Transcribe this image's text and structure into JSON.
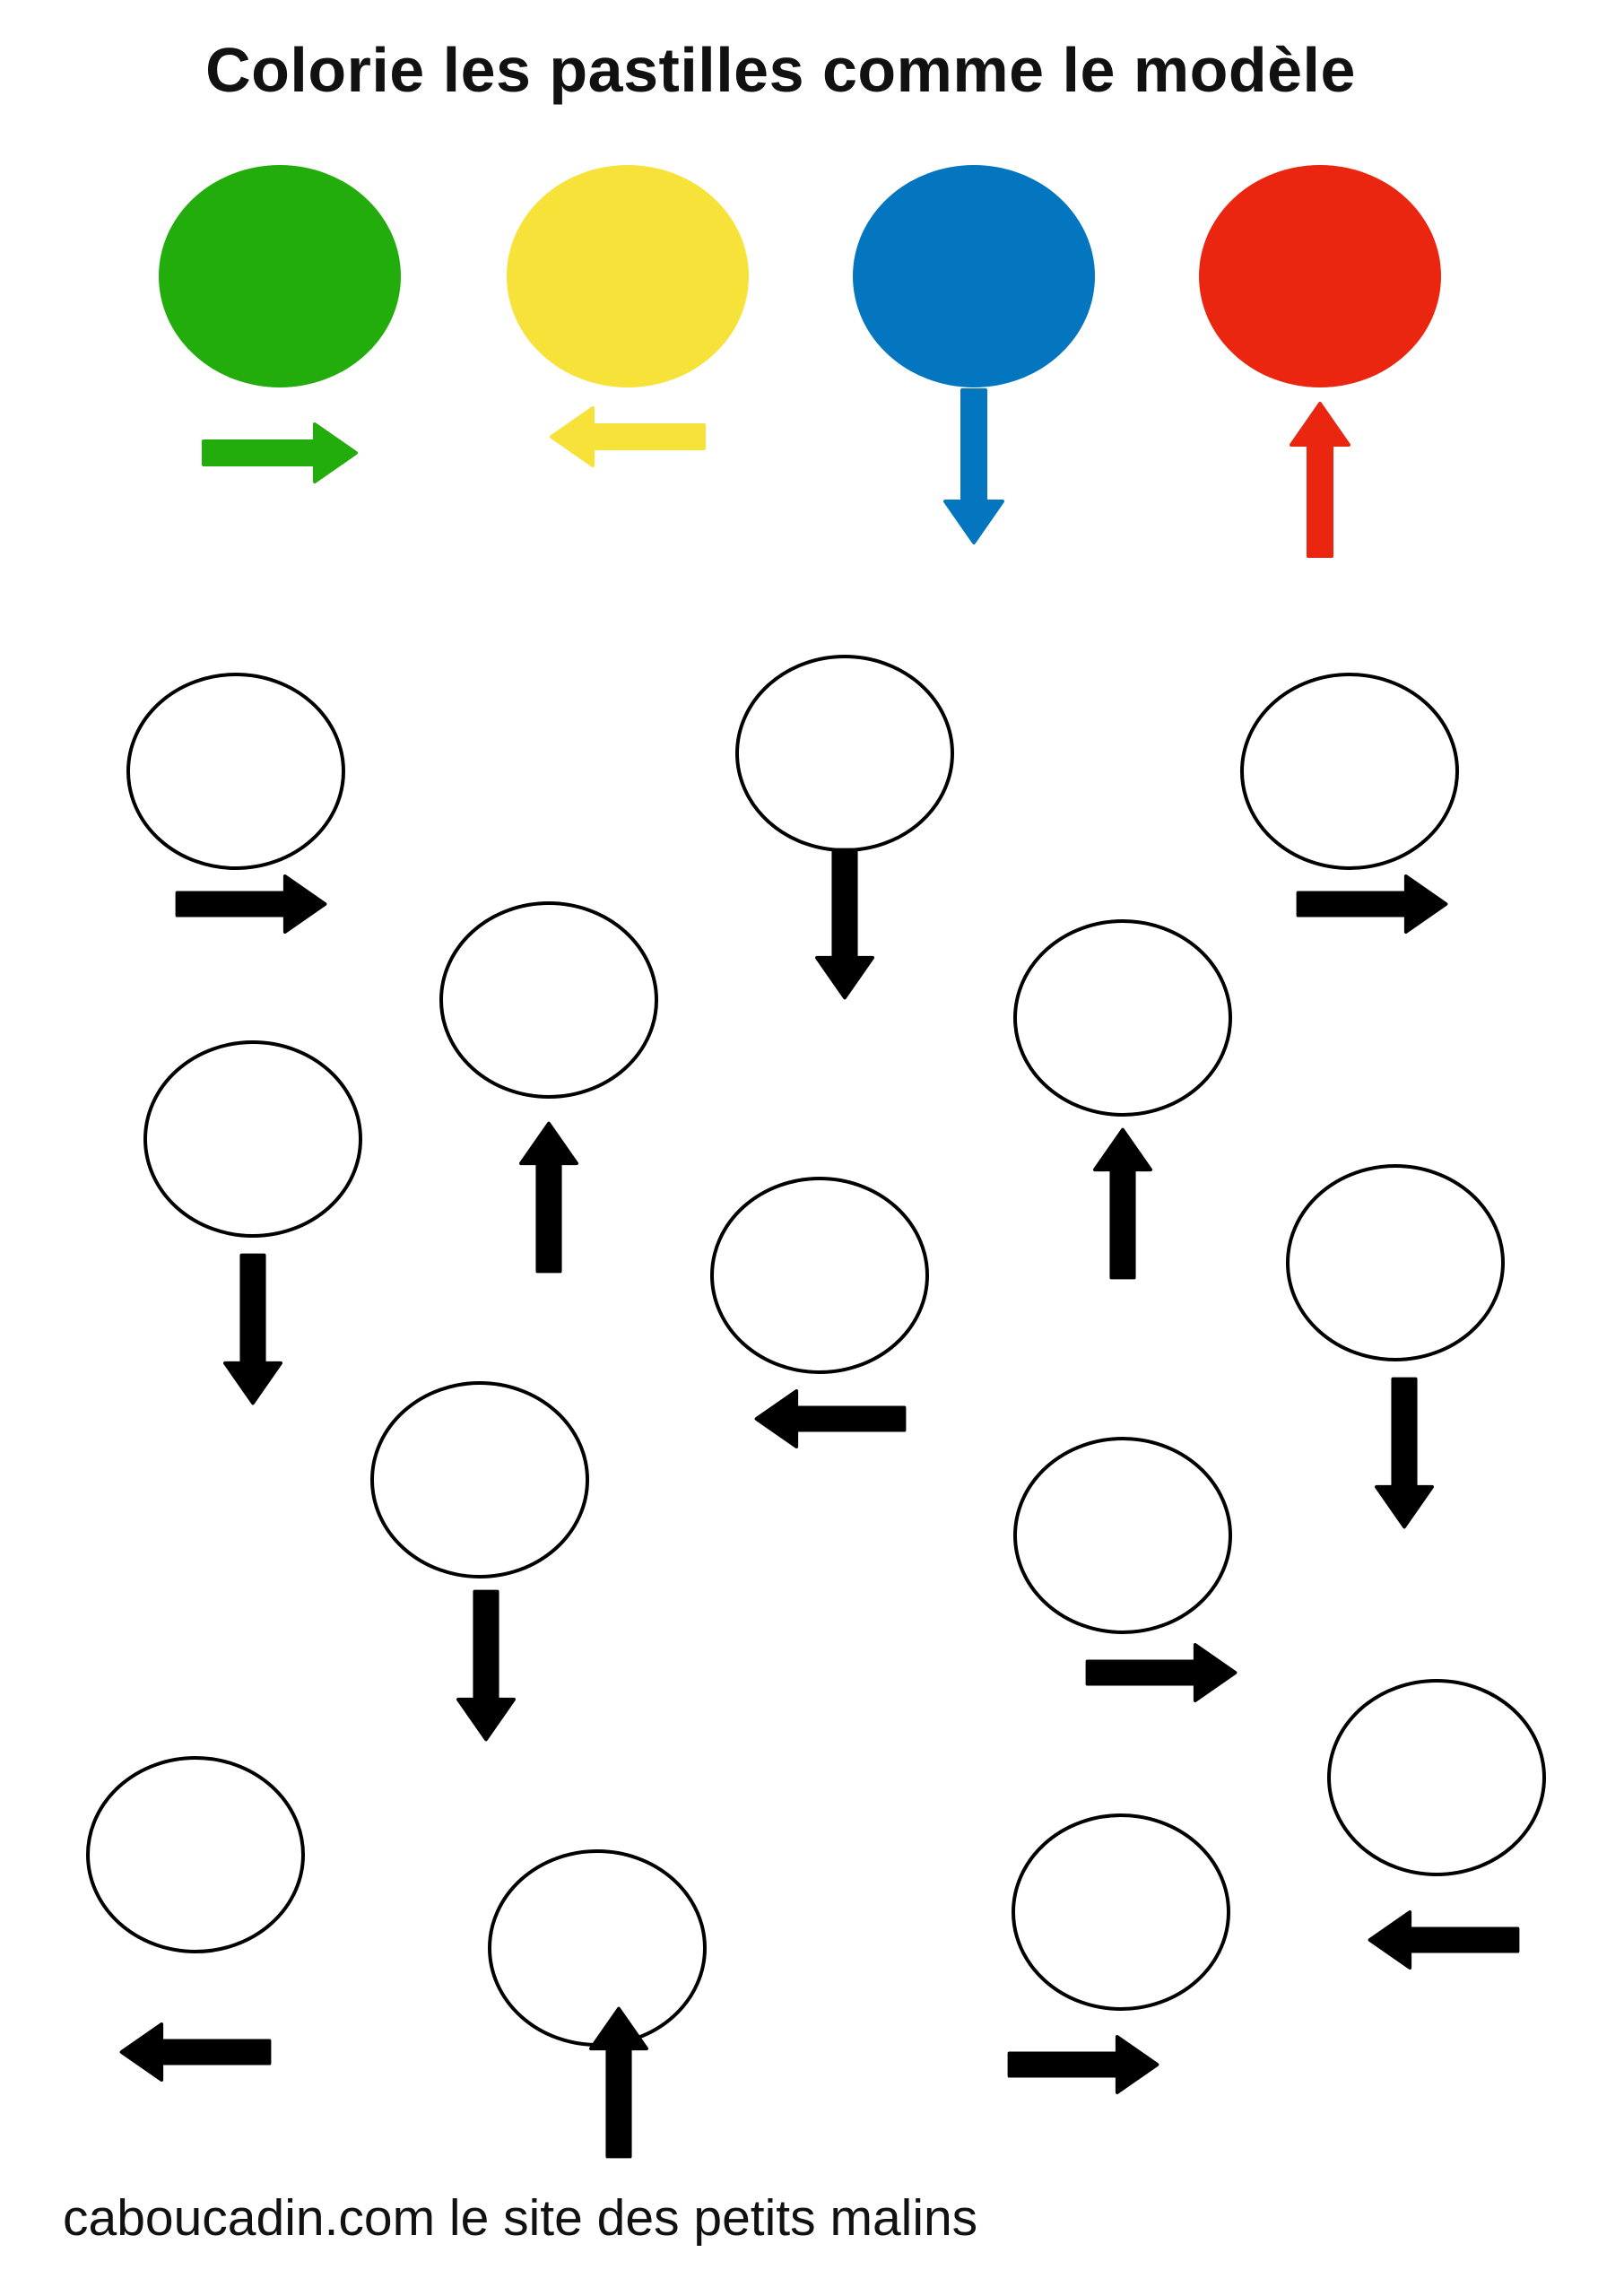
{
  "page": {
    "title": "Colorie les pastilles comme le modèle",
    "footer": "caboucadin.com le site des petits malins"
  },
  "legend": [
    {
      "color_name": "green",
      "color": "#22ad0d",
      "direction": "right"
    },
    {
      "color_name": "yellow",
      "color": "#f7e23a",
      "direction": "left"
    },
    {
      "color_name": "blue",
      "color": "#0476bf",
      "direction": "down"
    },
    {
      "color_name": "red",
      "color": "#ea2510",
      "direction": "up"
    }
  ],
  "dots": [
    {
      "direction": "right"
    },
    {
      "direction": "down"
    },
    {
      "direction": "right"
    },
    {
      "direction": "up"
    },
    {
      "direction": "up"
    },
    {
      "direction": "down"
    },
    {
      "direction": "left"
    },
    {
      "direction": "down"
    },
    {
      "direction": "down"
    },
    {
      "direction": "right"
    },
    {
      "direction": "left"
    },
    {
      "direction": "up"
    },
    {
      "direction": "right"
    },
    {
      "direction": "left"
    }
  ],
  "styles": {
    "outline_color": "#000000",
    "arrow_color": "#000000"
  }
}
